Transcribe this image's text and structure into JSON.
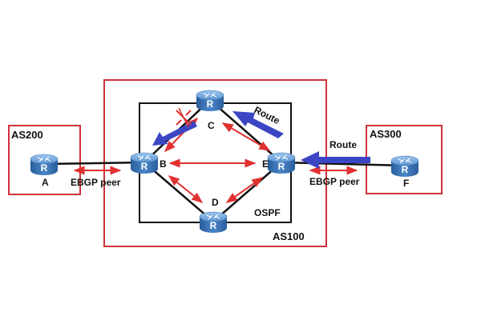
{
  "colors": {
    "as_border": "#d0313a",
    "ospf_border": "#111111",
    "link": "#111111",
    "peer_arrow": "#e03030",
    "route_arrow": "#3c46c4",
    "fail_mark": "#e03030",
    "router_top": "#6fa7dc",
    "router_side": "#2f66a8"
  },
  "labels": {
    "as200": "AS200",
    "as300": "AS300",
    "as100": "AS100",
    "ospf": "OSPF",
    "ebgp_left": "EBGP peer",
    "ebgp_right": "EBGP peer",
    "route_top": "Route",
    "route_right": "Route"
  },
  "routers": [
    {
      "id": "A",
      "label": "A",
      "icon_letter": "R"
    },
    {
      "id": "B",
      "label": "B",
      "icon_letter": "R"
    },
    {
      "id": "C",
      "label": "C",
      "icon_letter": "R"
    },
    {
      "id": "D",
      "label": "D",
      "icon_letter": "R"
    },
    {
      "id": "E",
      "label": "E",
      "icon_letter": "R"
    },
    {
      "id": "F",
      "label": "F",
      "icon_letter": "R"
    }
  ],
  "links": [
    {
      "from": "A",
      "to": "B"
    },
    {
      "from": "B",
      "to": "C"
    },
    {
      "from": "B",
      "to": "D"
    },
    {
      "from": "C",
      "to": "E"
    },
    {
      "from": "D",
      "to": "E"
    },
    {
      "from": "E",
      "to": "F"
    }
  ],
  "icons": {
    "router": "router-icon",
    "failure": "broken-link-icon"
  }
}
